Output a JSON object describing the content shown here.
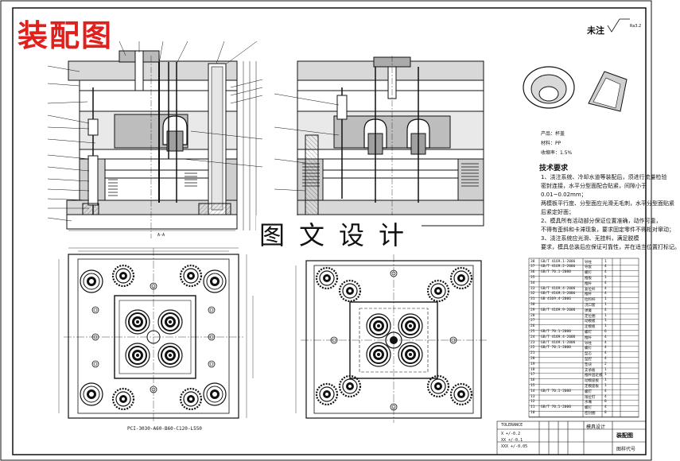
{
  "sheet": {
    "big_title": "装配图",
    "note_label": "未注",
    "roughness_symbol": "Ra3.2",
    "watermark": "图文设计"
  },
  "product_info": {
    "name": "产品：杯盖",
    "material": "材料：PP",
    "shrinkage": "收缩率：1.5%"
  },
  "tech_requirements": {
    "title": "技术要求",
    "lines": [
      "1、浇注系统、冷却水道等装配后，须进行流量检验",
      "密封连接，水平分型面配合贴紧，间隙小于",
      "0.01~0.02mm；",
      "两模板平行度、分型面应光滑无毛刺，水平分型面贴紧",
      "后紧定好面；",
      "2、模具所有活动部分保证位置准确，动作可靠，",
      "不得有歪斜和卡滞现象，要求固定零件不得相对窜动；",
      "3、浇注系统应光滑、无挂料，满足脱模",
      "要求，模具总装后应保证可靠性，并在适当位置打标记。"
    ]
  },
  "dimensions": {
    "bottom_view_label": "PCI-3030-A60-B60-C120-L550",
    "section_label": "A-A"
  },
  "title_block": {
    "school": "模具设计",
    "drawing_name": "装配图",
    "drawing_no": "图样代号",
    "tolerance": "TOLERANCE",
    "tol_lines": [
      "X  +/-0.2",
      "XX  +/-0.1",
      "XXX  +/-0.05"
    ]
  },
  "parts_rows": [
    {
      "no": "38",
      "std": "GB/T 4169.1-2006",
      "name": "导柱",
      "qty": "1"
    },
    {
      "no": "37",
      "std": "GB/T 4169.2-2006",
      "name": "导套",
      "qty": "4"
    },
    {
      "no": "36",
      "std": "GB/T 70.1-2000",
      "name": "螺钉",
      "qty": "4"
    },
    {
      "no": "35",
      "std": "",
      "name": "推板",
      "qty": "1"
    },
    {
      "no": "34",
      "std": "",
      "name": "推杆",
      "qty": "4"
    },
    {
      "no": "33",
      "std": "GB/T 4169.4-2006",
      "name": "复位杆",
      "qty": "4"
    },
    {
      "no": "32",
      "std": "GB/T 4169.3-2006",
      "name": "推杆",
      "qty": "4"
    },
    {
      "no": "31",
      "std": "GB 4169.4-2006",
      "name": "拉料杆",
      "qty": "1"
    },
    {
      "no": "30",
      "std": "",
      "name": "浇口套",
      "qty": "1"
    },
    {
      "no": "29",
      "std": "GB/T 4169.9-2006",
      "name": "弹簧",
      "qty": "4"
    },
    {
      "no": "28",
      "std": "",
      "name": "定位圈",
      "qty": "1"
    },
    {
      "no": "27",
      "std": "",
      "name": "动模板",
      "qty": "1"
    },
    {
      "no": "26",
      "std": "",
      "name": "定模板",
      "qty": "1"
    },
    {
      "no": "25",
      "std": "GB/T 70.1-2000",
      "name": "螺钉",
      "qty": "6"
    },
    {
      "no": "24",
      "std": "GB/T 4169.4-2006",
      "name": "推杆",
      "qty": "4"
    },
    {
      "no": "23",
      "std": "GB/T 4169.1-2006",
      "name": "导柱",
      "qty": "4"
    },
    {
      "no": "22",
      "std": "GB/T 70.1-2000",
      "name": "螺钉",
      "qty": "4"
    },
    {
      "no": "21",
      "std": "",
      "name": "型芯",
      "qty": "4"
    },
    {
      "no": "20",
      "std": "",
      "name": "型腔",
      "qty": "4"
    },
    {
      "no": "19",
      "std": "",
      "name": "垫块",
      "qty": "2"
    },
    {
      "no": "18",
      "std": "",
      "name": "支承板",
      "qty": "1"
    },
    {
      "no": "17",
      "std": "",
      "name": "推杆固定板",
      "qty": "1"
    },
    {
      "no": "16",
      "std": "",
      "name": "动模座板",
      "qty": "1"
    },
    {
      "no": "15",
      "std": "",
      "name": "定模座板",
      "qty": "1"
    },
    {
      "no": "14",
      "std": "GB/T 70.1-2000",
      "name": "螺钉",
      "qty": "4"
    },
    {
      "no": "13",
      "std": "",
      "name": "限位钉",
      "qty": "4"
    },
    {
      "no": "12",
      "std": "",
      "name": "水嘴",
      "qty": "8"
    },
    {
      "no": "11",
      "std": "GB/T 70.1-2000",
      "name": "螺钉",
      "qty": "4"
    },
    {
      "no": "10",
      "std": "",
      "name": "密封圈",
      "qty": "8"
    }
  ],
  "colors": {
    "title_red": "#e0201c",
    "line": "#111111",
    "hatch": "#9a9a9a",
    "section_fill": "#7a7a7a"
  }
}
